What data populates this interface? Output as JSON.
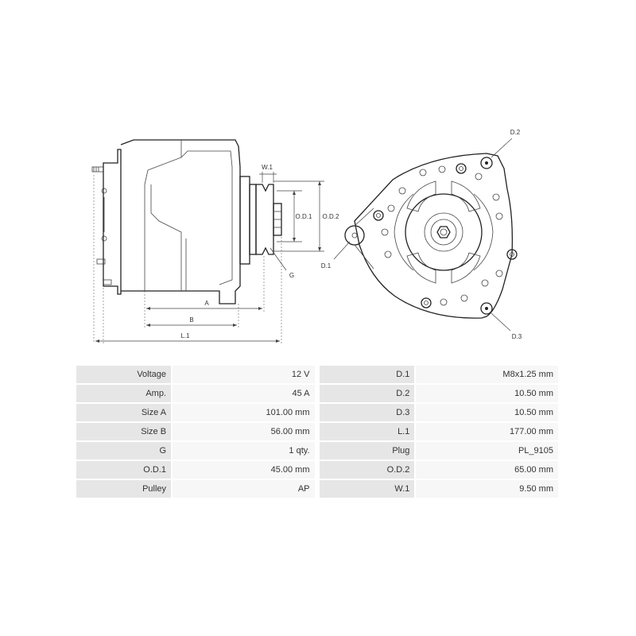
{
  "diagram": {
    "labels": {
      "w1": "W.1",
      "od1": "O.D.1",
      "od2": "O.D.2",
      "g": "G",
      "a": "A",
      "b": "B",
      "l1": "L.1",
      "d1": "D.1",
      "d2": "D.2",
      "d3": "D.3"
    }
  },
  "specs": {
    "rows": [
      {
        "label": "Voltage",
        "value": "12 V",
        "label2": "D.1",
        "value2": "M8x1.25 mm"
      },
      {
        "label": "Amp.",
        "value": "45 A",
        "label2": "D.2",
        "value2": "10.50 mm"
      },
      {
        "label": "Size A",
        "value": "101.00 mm",
        "label2": "D.3",
        "value2": "10.50 mm"
      },
      {
        "label": "Size B",
        "value": "56.00 mm",
        "label2": "L.1",
        "value2": "177.00 mm"
      },
      {
        "label": "G",
        "value": "1 qty.",
        "label2": "Plug",
        "value2": "PL_9105"
      },
      {
        "label": "O.D.1",
        "value": "45.00 mm",
        "label2": "O.D.2",
        "value2": "65.00 mm"
      },
      {
        "label": "Pulley",
        "value": "AP",
        "label2": "W.1",
        "value2": "9.50 mm"
      }
    ]
  }
}
